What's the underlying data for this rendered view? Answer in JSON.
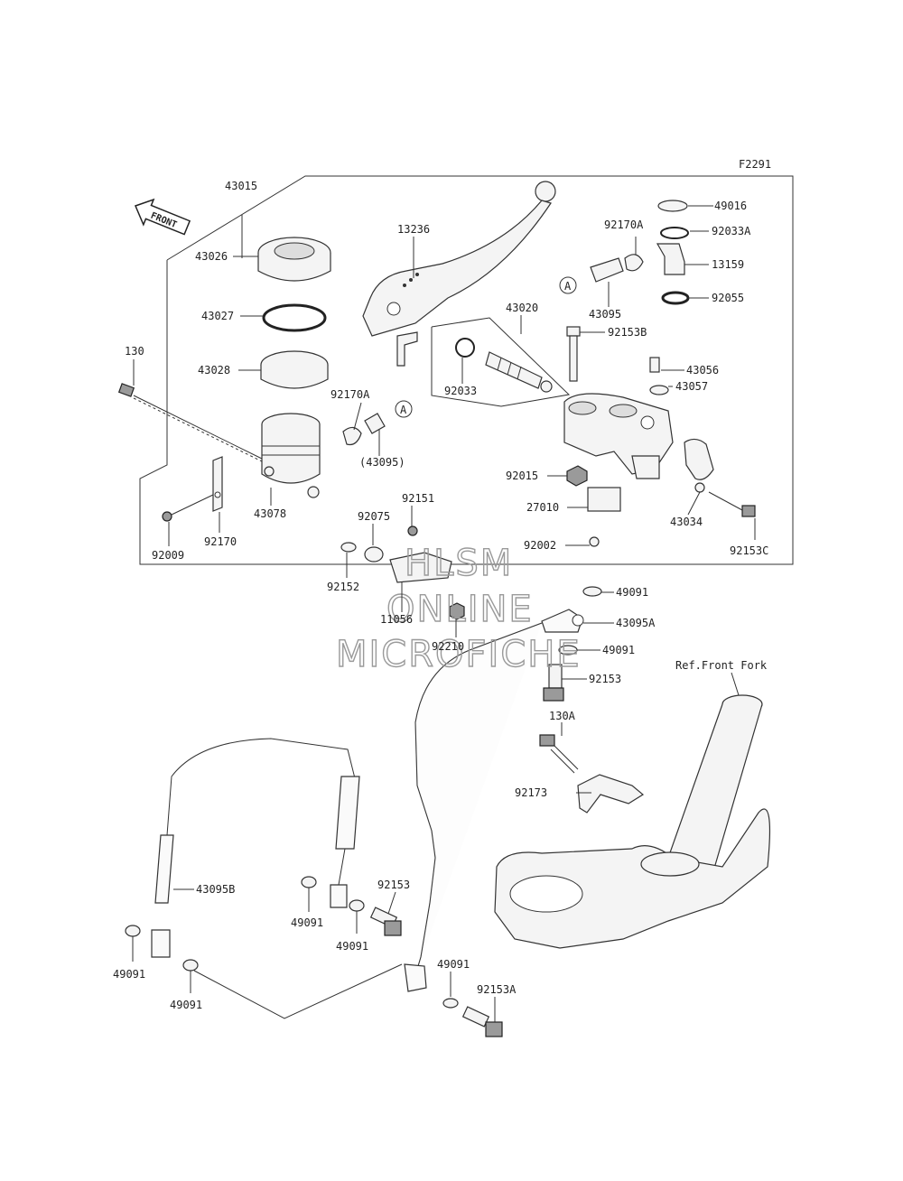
{
  "diagram_id": "F2291",
  "front_label": "FRONT",
  "reference": "Ref.Front Fork",
  "watermark": [
    "HLSM",
    "ONLINE",
    "MICROFICHE"
  ],
  "circle_labels": [
    "A",
    "A"
  ],
  "parts": {
    "p43015": "43015",
    "p43026": "43026",
    "p43027": "43027",
    "p43028": "43028",
    "p130": "130",
    "p92170A_l": "92170A",
    "p43095_l": "(43095)",
    "p43078": "43078",
    "p92009": "92009",
    "p92170": "92170",
    "p13236": "13236",
    "p43020": "43020",
    "p92033": "92033",
    "p92170A_r": "92170A",
    "p43095_r": "43095",
    "p49016": "49016",
    "p92033A": "92033A",
    "p13159": "13159",
    "p92055": "92055",
    "p92153B": "92153B",
    "p43056": "43056",
    "p43057": "43057",
    "p92015": "92015",
    "p27010": "27010",
    "p43034": "43034",
    "p92153C": "92153C",
    "p92002": "92002",
    "p92151": "92151",
    "p92075": "92075",
    "p92152": "92152",
    "p11056": "11056",
    "p92210": "92210",
    "p49091_a": "49091",
    "p43095A": "43095A",
    "p49091_b": "49091",
    "p92153_a": "92153",
    "p130A": "130A",
    "p92173": "92173",
    "p43095B": "43095B",
    "p49091_c": "49091",
    "p49091_d": "49091",
    "p92153_b": "92153",
    "p49091_e": "49091",
    "p49091_f": "49091",
    "p49091_g": "49091",
    "p92153A": "92153A"
  }
}
